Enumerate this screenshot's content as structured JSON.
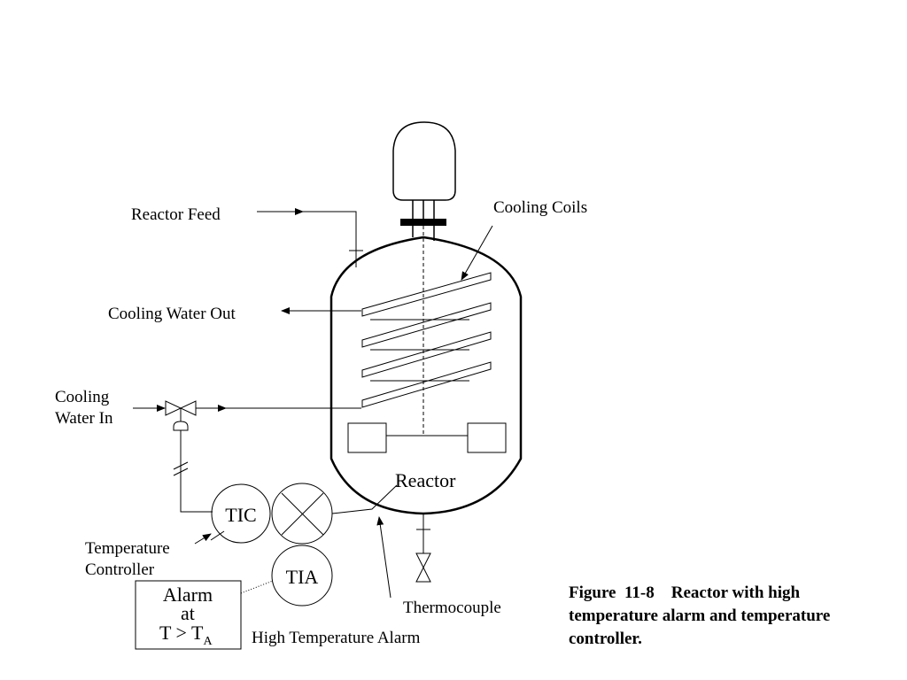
{
  "labels": {
    "reactor_feed": "Reactor Feed",
    "cooling_coils": "Cooling Coils",
    "cooling_water_out": "Cooling Water Out",
    "cooling_water_in_line1": "Cooling",
    "cooling_water_in_line2": "Water In",
    "reactor": "Reactor",
    "tic": "TIC",
    "tia": "TIA",
    "temperature_controller_line1": "Temperature",
    "temperature_controller_line2": "Controller",
    "alarm_line1": "Alarm",
    "alarm_line2": "at",
    "alarm_line3_main": "T > T",
    "alarm_line3_sub": "A",
    "thermocouple": "Thermocouple",
    "high_temperature_alarm": "High Temperature Alarm"
  },
  "caption": {
    "line1": "Figure  11-8    Reactor with high",
    "line2": "temperature alarm and temperature",
    "line3": "controller."
  }
}
